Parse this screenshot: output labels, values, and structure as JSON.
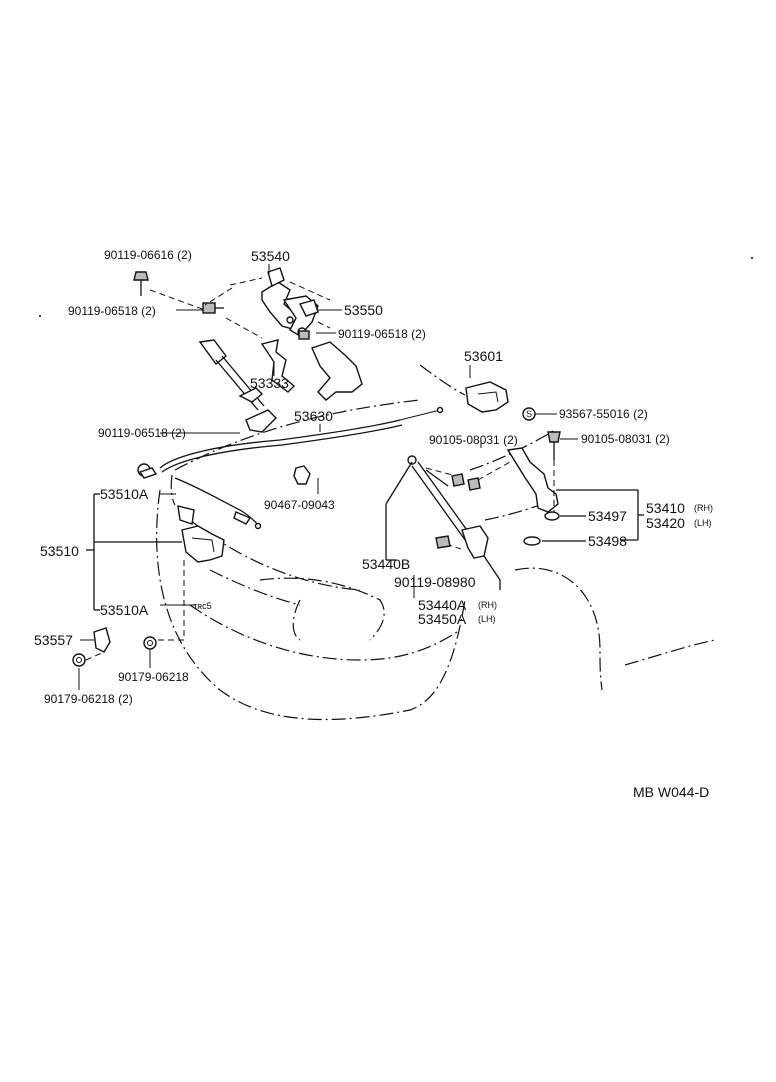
{
  "labels": {
    "p53540": "53540",
    "p53550": "53550",
    "b90119_06616": "90119-06616 (2)",
    "b90119_06518_a": "90119-06518 (2)",
    "b90119_06518_b": "90119-06518 (2)",
    "b90119_06518_c": "90119-06518 (2)",
    "p53601": "53601",
    "p53333": "53333",
    "p53630": "53630",
    "n93567": "93567-55016 (2)",
    "b90105_a": "90105-08031 (2)",
    "b90105_b": "90105-08031 (2)",
    "c90467": "90467-09043",
    "p53510A_top": "53510A",
    "p53510": "53510",
    "p53510A_bot": "53510A",
    "p53410": "53410",
    "p53410_side": "(RH)",
    "p53420": "53420",
    "p53420_side": "(LH)",
    "p53497": "53497",
    "p53498": "53498",
    "p53440B": "53440B",
    "b90119_08980": "90119-08980",
    "p53440A": "53440A",
    "p53440A_side": "(RH)",
    "p53450A": "53450A",
    "p53450A_side": "(LH)",
    "p53557": "53557",
    "n90179_a": "90179-06218",
    "n90179_b": "90179-06218 (2)",
    "code": "MB W044-D"
  }
}
